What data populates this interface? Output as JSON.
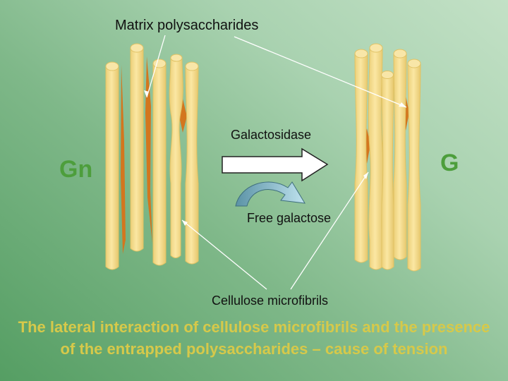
{
  "labels": {
    "matrix": "Matrix polysaccharides",
    "galactosidase": "Galactosidase",
    "gn": "Gn",
    "g": "G",
    "free_galactose": "Free galactose",
    "cellulose": "Cellulose microfibrils"
  },
  "caption": "The lateral interaction of cellulose microfibrils and the presence of the entrapped polysaccharides – cause of tension",
  "colors": {
    "fibril_fill": "#f6dc8c",
    "fibril_edge": "#e3c466",
    "polysaccharide": "#d3761e",
    "label_green": "#4d9e3c",
    "caption_yellow": "#d6c94a",
    "arrow_fill": "#ffffff",
    "curve_arrow": "#6fa5b7"
  }
}
